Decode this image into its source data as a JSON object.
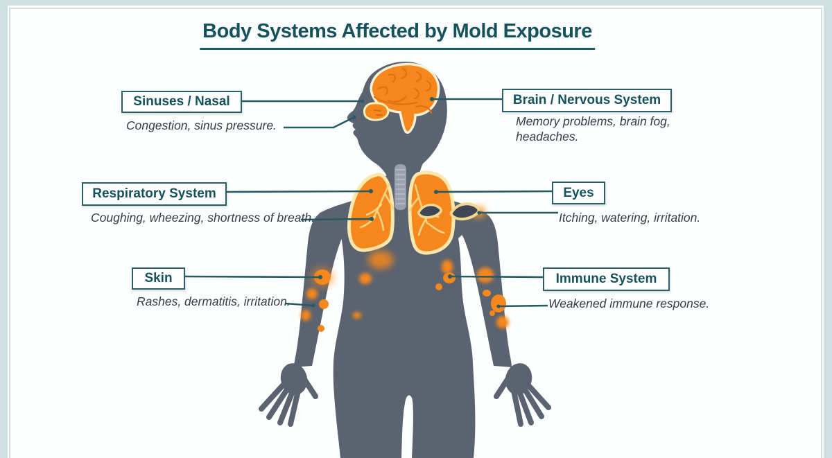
{
  "title": "Body Systems Affected by Mold Exposure",
  "colors": {
    "accent_teal": "#1b5a63",
    "highlight_orange": "#f6871c",
    "organ_outline_cream": "#fce8ad",
    "body_gray": "#5b6370",
    "frame_background": "#cddfde",
    "caption_text": "#333b44"
  },
  "callouts": [
    {
      "id": "sinuses-nasal",
      "label": "Sinuses / Nasal",
      "caption": "Congestion, sinus pressure.",
      "side": "left"
    },
    {
      "id": "brain-nervous-system",
      "label": "Brain / Nervous System",
      "caption": "Memory problems, brain fog, headaches.",
      "side": "right"
    },
    {
      "id": "respiratory-system",
      "label": "Respiratory System",
      "caption": "Coughing, wheezing, shortness of breath.",
      "side": "left"
    },
    {
      "id": "eyes",
      "label": "Eyes",
      "caption": "Itching, watering, irritation.",
      "side": "right"
    },
    {
      "id": "skin",
      "label": "Skin",
      "caption": "Rashes, dermatitis, irritation.",
      "side": "left"
    },
    {
      "id": "immune-system",
      "label": "Immune System",
      "caption": "Weakened immune response.",
      "side": "right"
    }
  ],
  "highlighted_regions": [
    "brain",
    "sinuses",
    "lungs",
    "eyes",
    "skin-patches"
  ]
}
